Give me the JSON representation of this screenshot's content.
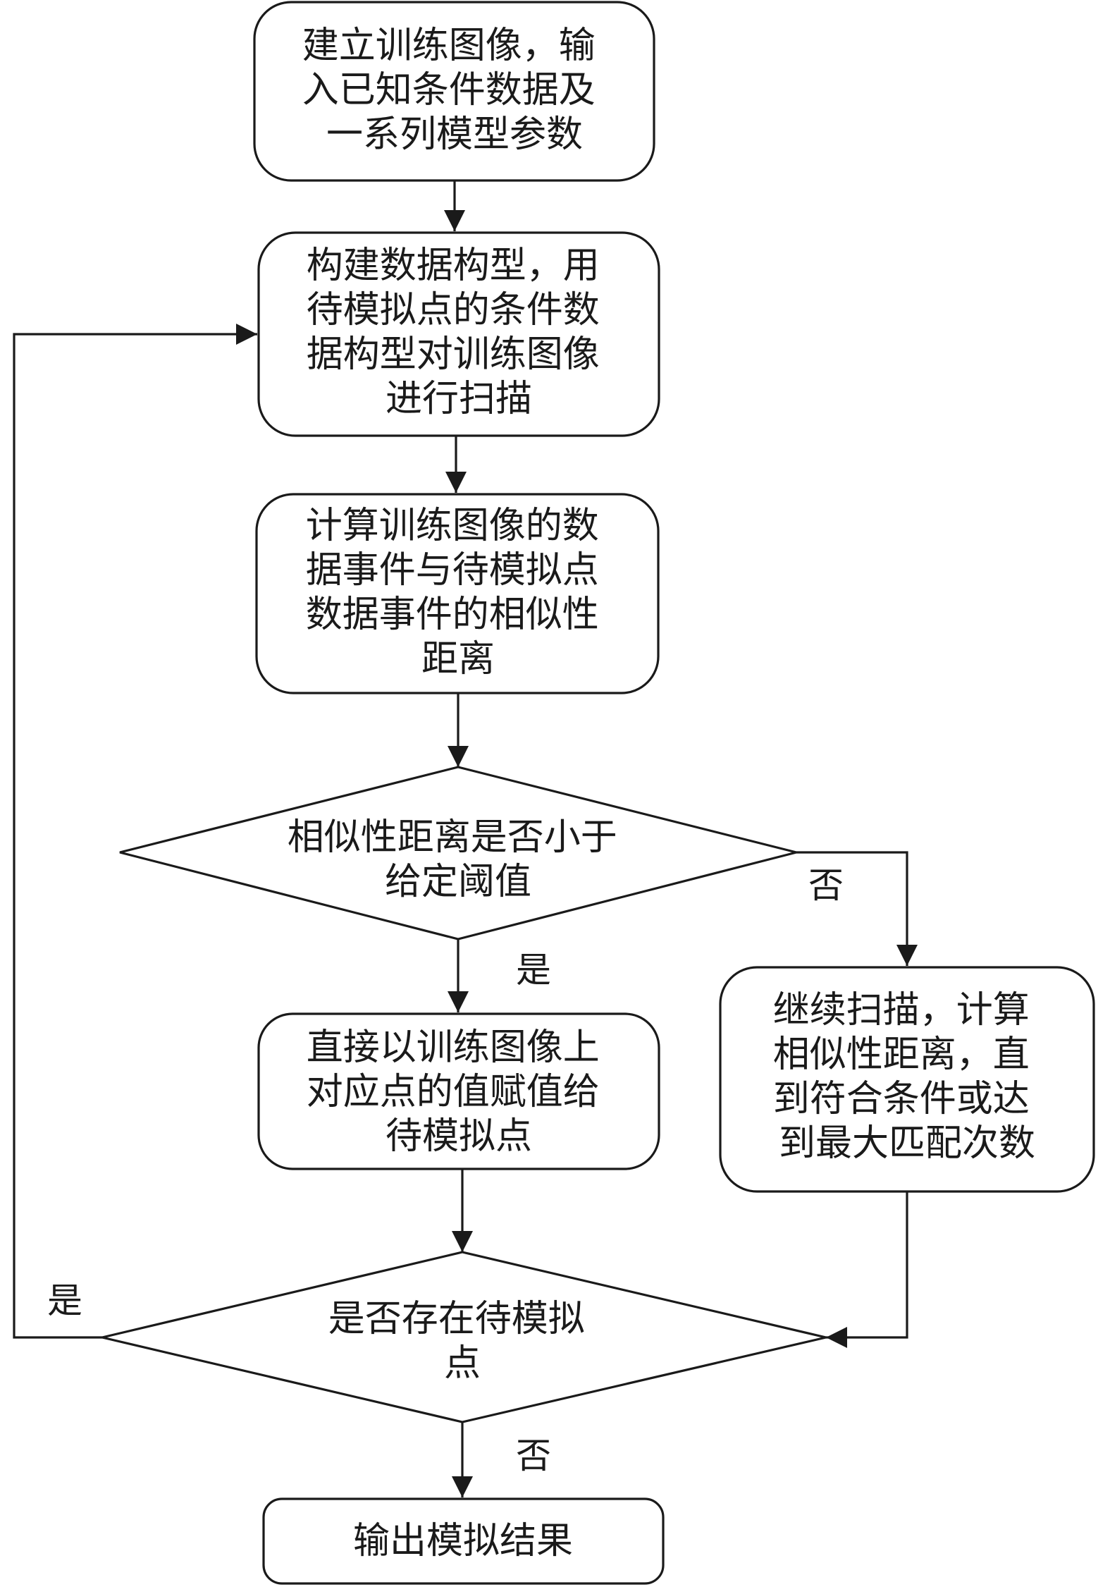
{
  "nodes": {
    "start": {
      "lines": [
        "建立训练图像，输",
        "入已知条件数据及",
        "一系列模型参数"
      ]
    },
    "build_template": {
      "lines": [
        "构建数据构型，用",
        "待模拟点的条件数",
        "据构型对训练图像",
        "进行扫描"
      ]
    },
    "compute_distance": {
      "lines": [
        "计算训练图像的数",
        "据事件与待模拟点",
        "数据事件的相似性",
        "距离"
      ]
    },
    "decision_threshold": {
      "lines": [
        "相似性距离是否小于",
        "给定阈值"
      ]
    },
    "assign_value": {
      "lines": [
        "直接以训练图像上",
        "对应点的值赋值给",
        "待模拟点"
      ]
    },
    "continue_scan": {
      "lines": [
        "继续扫描，计算",
        "相似性距离，直",
        "到符合条件或达",
        "到最大匹配次数"
      ]
    },
    "decision_remaining": {
      "lines": [
        "是否存在待模拟",
        "点"
      ]
    },
    "output": {
      "lines": [
        "输出模拟结果"
      ]
    }
  },
  "edge_labels": {
    "threshold_no": "否",
    "threshold_yes": "是",
    "remaining_yes": "是",
    "remaining_no": "否"
  }
}
